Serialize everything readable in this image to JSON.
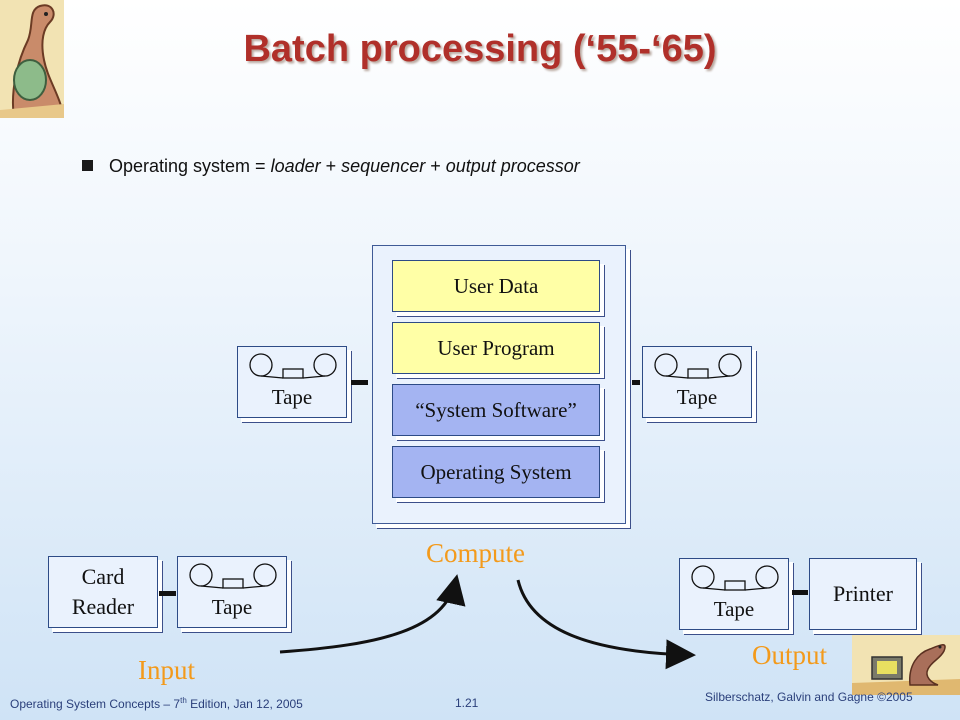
{
  "slide": {
    "title": "Batch processing (‘55-‘65)",
    "bullet": {
      "prefix": "Operating system = ",
      "term1": "loader",
      "sep1": " + ",
      "term2": "sequencer",
      "sep2": " + ",
      "term3": "output processor"
    }
  },
  "diagram": {
    "stack": [
      "User Data",
      "User Program",
      "“System Software”",
      "Operating System"
    ],
    "tape_label": "Tape",
    "card_reader": [
      "Card",
      "Reader"
    ],
    "printer": "Printer",
    "compute": "Compute",
    "input": "Input",
    "output": "Output",
    "colors": {
      "orange": "#f39a1b",
      "yellow": "#ffffa6",
      "blue": "#a4b4f2",
      "title": "#b0302a"
    }
  },
  "footer": {
    "left_pre": "Operating System Concepts – 7",
    "left_sup": "th",
    "left_post": " Edition, Jan 12, 2005",
    "page": "1.21",
    "right": "Silberschatz, Galvin and Gagne ©2005"
  },
  "icons": {
    "top_left": "dinosaur-icon",
    "bottom_right": "dinosaur-computer-icon"
  }
}
